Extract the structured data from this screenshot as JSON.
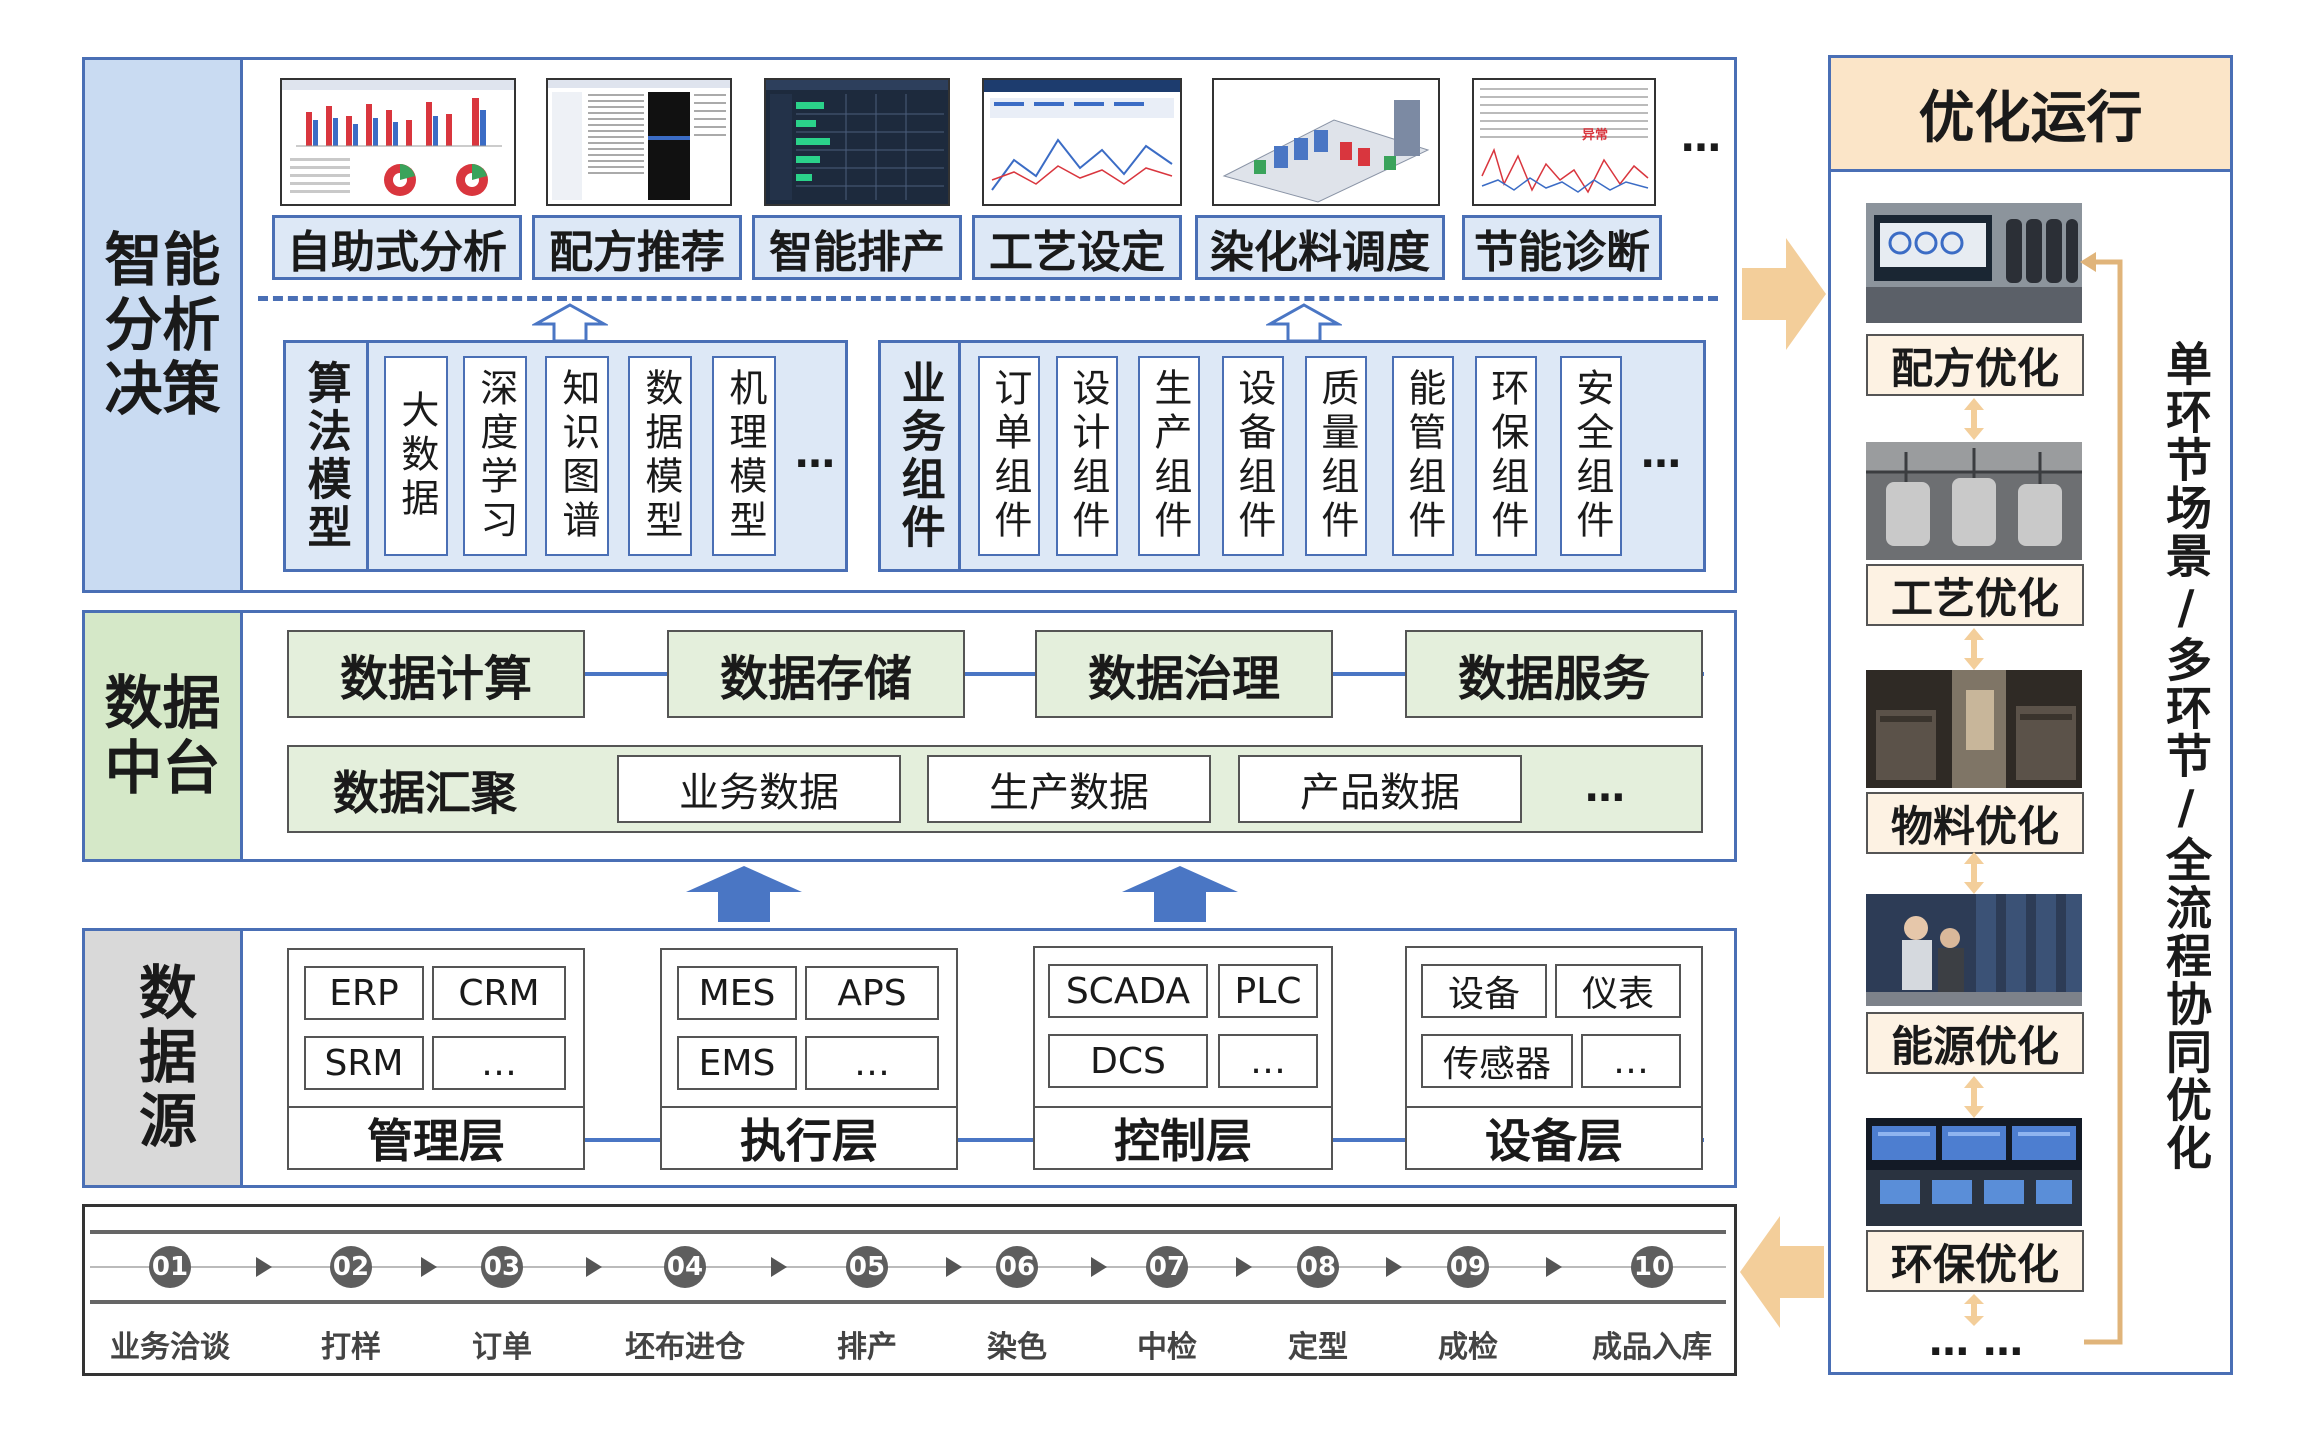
{
  "layers": {
    "smart": "智能分析决策",
    "platform": "数据中台",
    "source": "数据源"
  },
  "apps": [
    "自助式分析",
    "配方推荐",
    "智能排产",
    "工艺设定",
    "染化料调度",
    "节能诊断"
  ],
  "apps_more": "…",
  "shot_labels": {
    "abnormal": "异常"
  },
  "algo": {
    "title": "算法模型",
    "items": [
      "大数据",
      "深度学习",
      "知识图谱",
      "数据模型",
      "机理模型"
    ],
    "more": "…"
  },
  "biz": {
    "title": "业务组件",
    "items": [
      "订单组件",
      "设计组件",
      "生产组件",
      "设备组件",
      "质量组件",
      "能管组件",
      "环保组件",
      "安全组件"
    ],
    "more": "…"
  },
  "data_ops": [
    "数据计算",
    "数据存储",
    "数据治理",
    "数据服务"
  ],
  "aggregate": {
    "title": "数据汇聚",
    "items": [
      "业务数据",
      "生产数据",
      "产品数据"
    ],
    "more": "…"
  },
  "sources": [
    {
      "cells": [
        "ERP",
        "CRM",
        "SRM",
        "…"
      ],
      "footer": "管理层"
    },
    {
      "cells": [
        "MES",
        "APS",
        "EMS",
        "…"
      ],
      "footer": "执行层"
    },
    {
      "cells": [
        "SCADA",
        "PLC",
        "DCS",
        "…"
      ],
      "footer": "控制层"
    },
    {
      "cells": [
        "设备",
        "仪表",
        "传感器",
        "…"
      ],
      "footer": "设备层"
    }
  ],
  "process": {
    "steps": [
      {
        "num": "01",
        "label": "业务洽谈"
      },
      {
        "num": "02",
        "label": "打样"
      },
      {
        "num": "03",
        "label": "订单"
      },
      {
        "num": "04",
        "label": "坯布进仓"
      },
      {
        "num": "05",
        "label": "排产"
      },
      {
        "num": "06",
        "label": "染色"
      },
      {
        "num": "07",
        "label": "中检"
      },
      {
        "num": "08",
        "label": "定型"
      },
      {
        "num": "09",
        "label": "成检"
      },
      {
        "num": "10",
        "label": "成品入库"
      }
    ]
  },
  "optimize": {
    "title": "优化运行",
    "items": [
      "配方优化",
      "工艺优化",
      "物料优化",
      "能源优化",
      "环保优化"
    ],
    "more": "…  …",
    "side_text": "单环节场景/多环节/全流程协同优化"
  },
  "colors": {
    "section_border": "#4a6fb5",
    "smart_label_bg": "#c9dbf2",
    "platform_label_bg": "#d5e8c8",
    "source_label_bg": "#d9d9d9",
    "arrow_blue": "#4a76c4",
    "arrow_peach": "#f3ce9a",
    "opt_header_bg": "#fbe5c8"
  }
}
